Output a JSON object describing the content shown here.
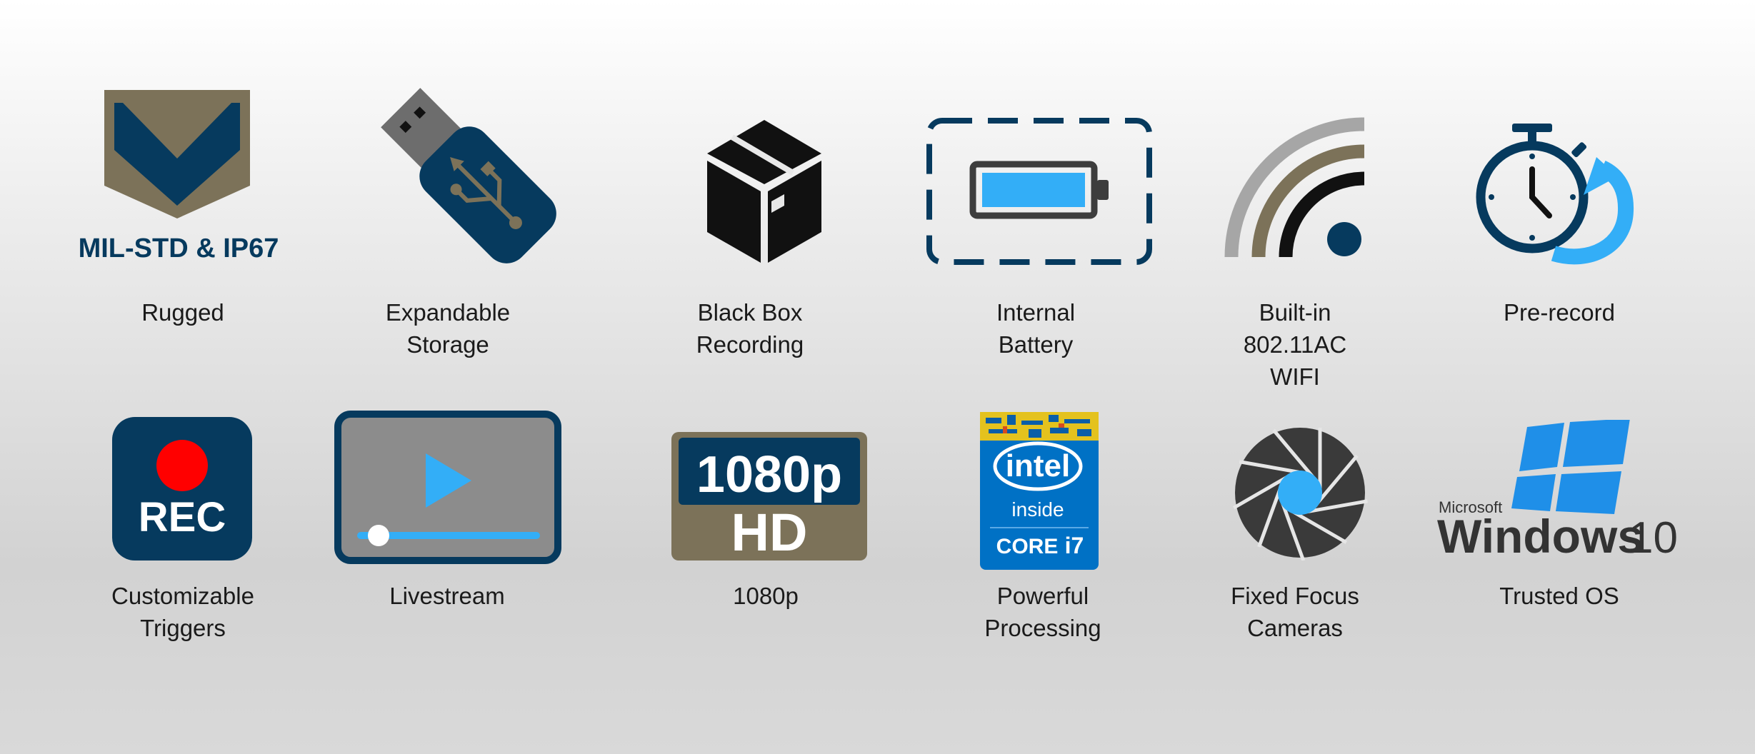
{
  "colors": {
    "navy": "#063a5e",
    "khaki": "#7c7259",
    "light_blue": "#33aef7",
    "red": "#ff0000",
    "intel_blue": "#0071c5",
    "windows_blue": "#1f8fe8"
  },
  "features": [
    {
      "icon": "shield-chevron-icon",
      "icon_text": "MIL-STD & IP67",
      "label": "Rugged"
    },
    {
      "icon": "usb-drive-icon",
      "label": "Expandable\nStorage"
    },
    {
      "icon": "black-box-icon",
      "label": "Black Box\nRecording"
    },
    {
      "icon": "battery-icon",
      "label": "Internal\nBattery"
    },
    {
      "icon": "wifi-icon",
      "label": "Built-in\n802.11AC\nWIFI"
    },
    {
      "icon": "stopwatch-rewind-icon",
      "label": "Pre-record"
    },
    {
      "icon": "record-button-icon",
      "icon_text": "REC",
      "label": "Customizable\nTriggers"
    },
    {
      "icon": "video-player-icon",
      "label": "Livestream"
    },
    {
      "icon": "hd-badge-icon",
      "icon_text_top": "1080p",
      "icon_text_bottom": "HD",
      "label": "1080p"
    },
    {
      "icon": "intel-core-i7-icon",
      "icon_text_brand": "intel",
      "icon_text_inside": "inside",
      "icon_text_core": "CORE",
      "icon_text_model": "i7",
      "label": "Powerful\nProcessing"
    },
    {
      "icon": "camera-aperture-icon",
      "label": "Fixed Focus\nCameras"
    },
    {
      "icon": "windows-10-logo",
      "icon_text_brand": "Microsoft",
      "icon_text_product": "Windows",
      "icon_text_version": "10",
      "label": "Trusted OS"
    }
  ]
}
